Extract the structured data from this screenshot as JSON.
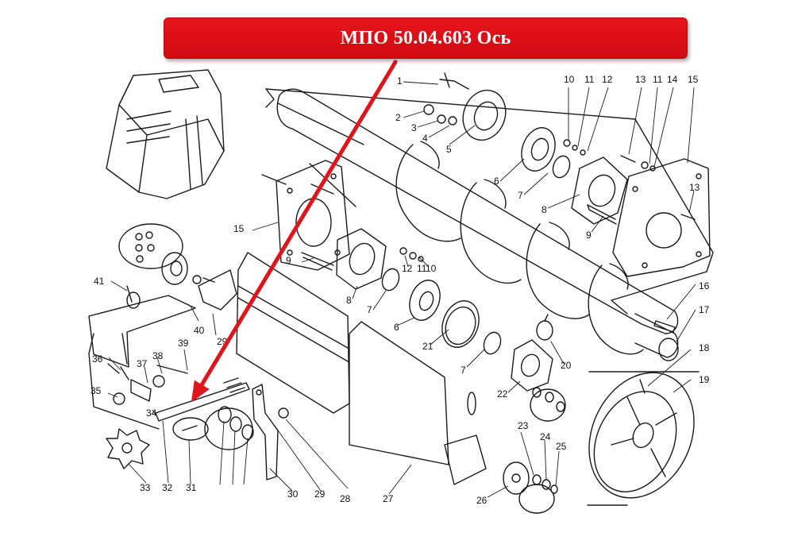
{
  "banner": {
    "title": "МПО 50.04.603 Ось",
    "color": "#e0141b"
  },
  "pointer_color": "#e0141b",
  "ink_color": "#1a1a1a",
  "callouts": [
    "1",
    "2",
    "3",
    "4",
    "5",
    "6",
    "7",
    "8",
    "9",
    "10",
    "11",
    "12",
    "13",
    "14",
    "15",
    "16",
    "17",
    "18",
    "19",
    "20",
    "21",
    "22",
    "23",
    "24",
    "25",
    "26",
    "27",
    "28",
    "29",
    "30",
    "31",
    "32",
    "33",
    "34",
    "35",
    "36",
    "37",
    "38",
    "39",
    "40",
    "41"
  ]
}
